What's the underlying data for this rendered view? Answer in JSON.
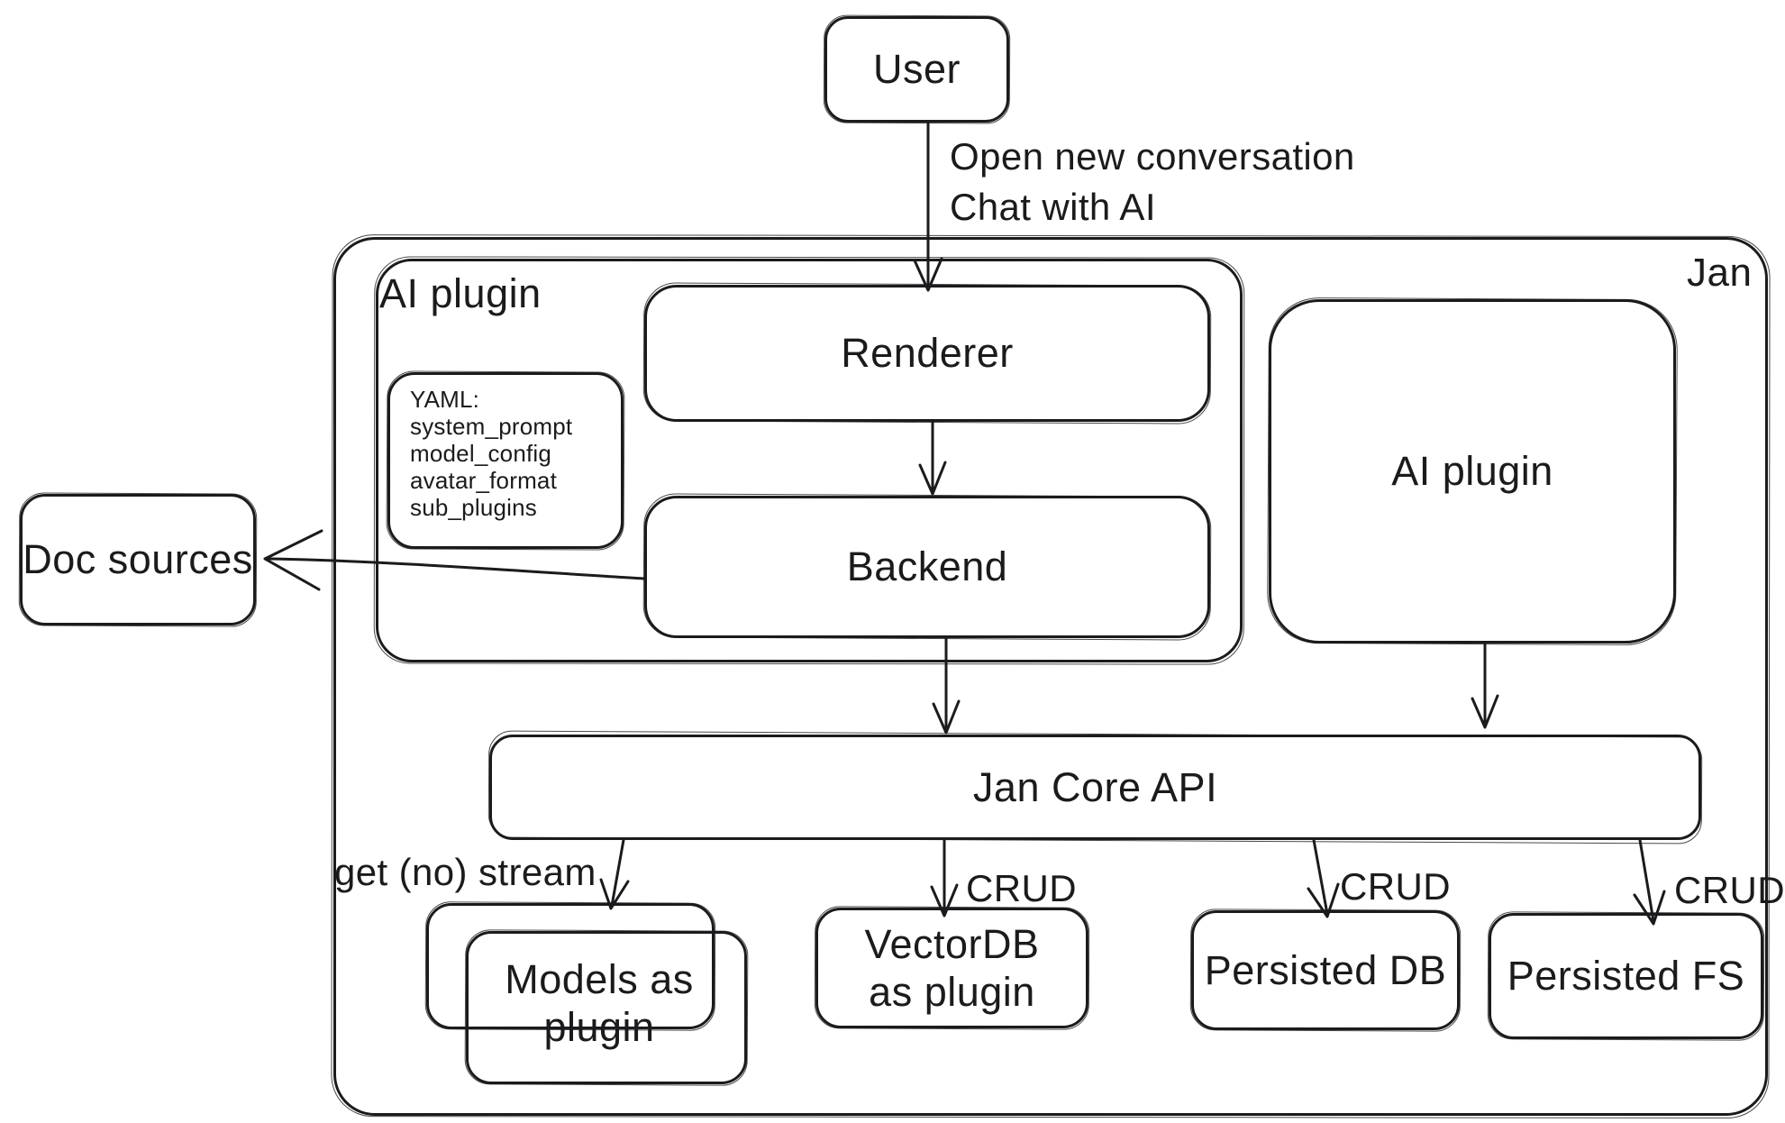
{
  "diagram": {
    "container_label": "Jan",
    "nodes": {
      "user": {
        "label": "User"
      },
      "ai_plugin_group": {
        "label": "AI plugin"
      },
      "renderer": {
        "label": "Renderer"
      },
      "backend": {
        "label": "Backend"
      },
      "ai_plugin": {
        "label": "AI plugin"
      },
      "doc_sources": {
        "label": "Doc sources"
      },
      "jan_core_api": {
        "label": "Jan Core API"
      },
      "models_as_plugin": {
        "label": "Models as plugin"
      },
      "vectordb_as_plugin": {
        "label": "VectorDB as plugin"
      },
      "persisted_db": {
        "label": "Persisted DB"
      },
      "persisted_fs": {
        "label": "Persisted FS"
      }
    },
    "yaml_note": {
      "title": "YAML:",
      "lines": [
        "system_prompt",
        "model_config",
        "avatar_format",
        "sub_plugins"
      ]
    },
    "edge_labels": {
      "user_to_renderer_line1": "Open new conversation",
      "user_to_renderer_line2": "Chat with AI",
      "get_no_stream": "get (no) stream",
      "crud": "CRUD"
    },
    "colors": {
      "ink": "#1b1b1e",
      "background": "#ffffff"
    }
  }
}
